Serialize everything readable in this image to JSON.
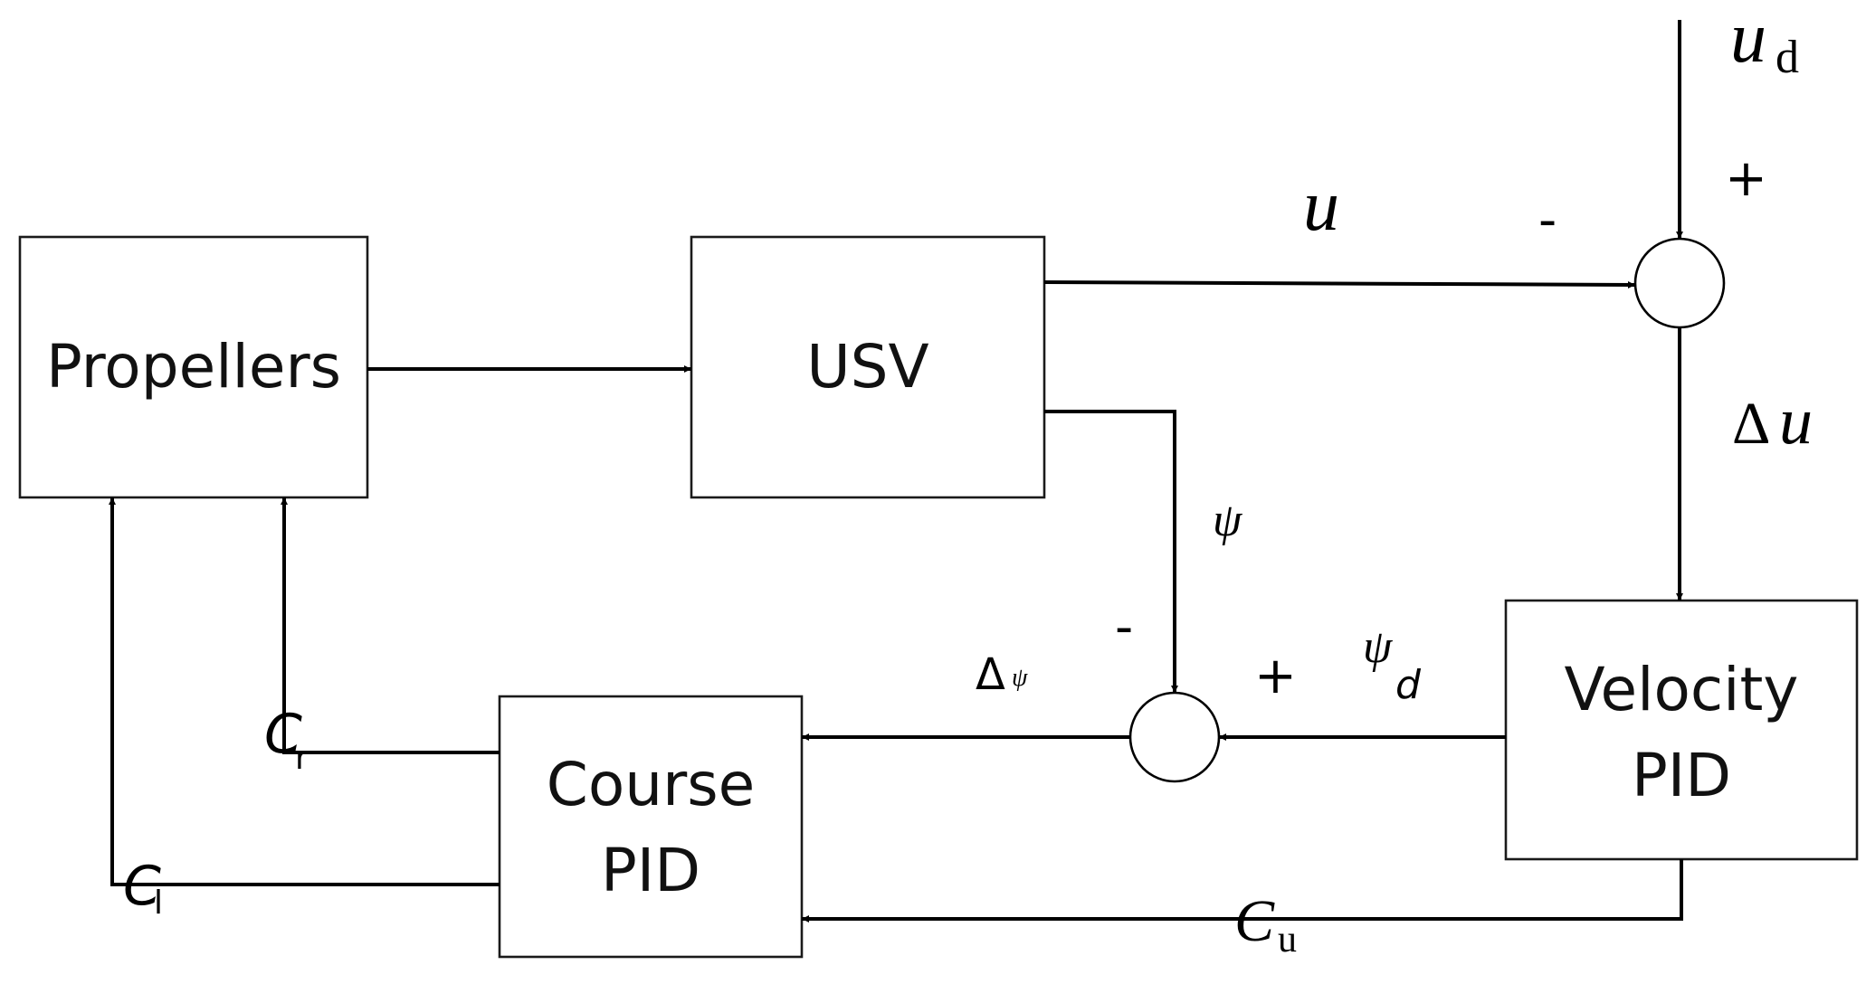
{
  "blocks": {
    "propellers": "Propellers",
    "usv": "USV",
    "velocity_pid_line1": "Velocity",
    "velocity_pid_line2": "PID",
    "course_pid_line1": "Course",
    "course_pid_line2": "PID"
  },
  "signals": {
    "u": "u",
    "u_d_main": "u",
    "u_d_sub": "d",
    "delta_u_symbol": "Δ",
    "delta_u_var": "u",
    "psi": "ψ",
    "psi_d_main": "ψ",
    "psi_d_sub": "d",
    "delta_psi_symbol": "Δ",
    "delta_psi_var": "ψ",
    "c_r_main": "C",
    "c_r_sub": "r",
    "c_l_main": "C",
    "c_l_sub": "l",
    "c_u_main": "C",
    "c_u_sub": "u"
  },
  "signs": {
    "top_junction_plus": "+",
    "top_junction_minus": "-",
    "bottom_junction_plus": "+",
    "bottom_junction_minus": "-"
  }
}
